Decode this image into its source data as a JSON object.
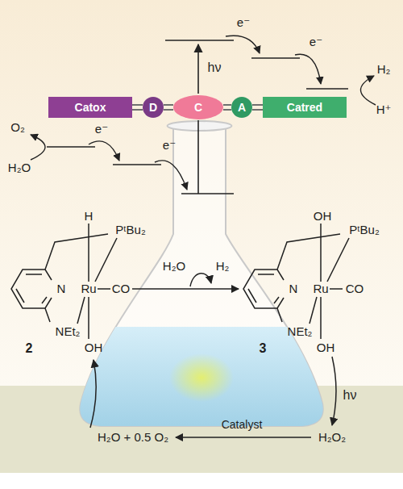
{
  "diagram": {
    "nodes": [
      {
        "text": [
          "Catox"
        ]
      },
      {
        "text": [
          "D"
        ]
      },
      {
        "text": [
          "C"
        ]
      },
      {
        "text": [
          "A"
        ]
      },
      {
        "text": [
          "Catred"
        ]
      }
    ],
    "edges": [
      {
        "from": 0,
        "to": 1,
        "arrow": "none"
      },
      {
        "from": 1,
        "to": 2,
        "arrow": "none"
      },
      {
        "from": 2,
        "to": 3,
        "arrow": "none"
      },
      {
        "from": 3,
        "to": 4,
        "arrow": "none"
      }
    ],
    "labels": [
      "e⁻",
      "e⁻",
      "H₂",
      "H⁺",
      "hν",
      "O₂",
      "H₂O",
      "e⁻",
      "e⁻",
      "H",
      "PᵗBu₂",
      "N",
      "Ru",
      "CO",
      "NEt₂",
      "OH",
      "2",
      "H₂O",
      "H₂",
      "OH",
      "PᵗBu₂",
      "N",
      "Ru",
      "CO",
      "NEt₂",
      "OH",
      "3",
      "hν",
      "H₂O₂",
      "Catalyst",
      "H₂O + 0.5 O₂"
    ]
  }
}
